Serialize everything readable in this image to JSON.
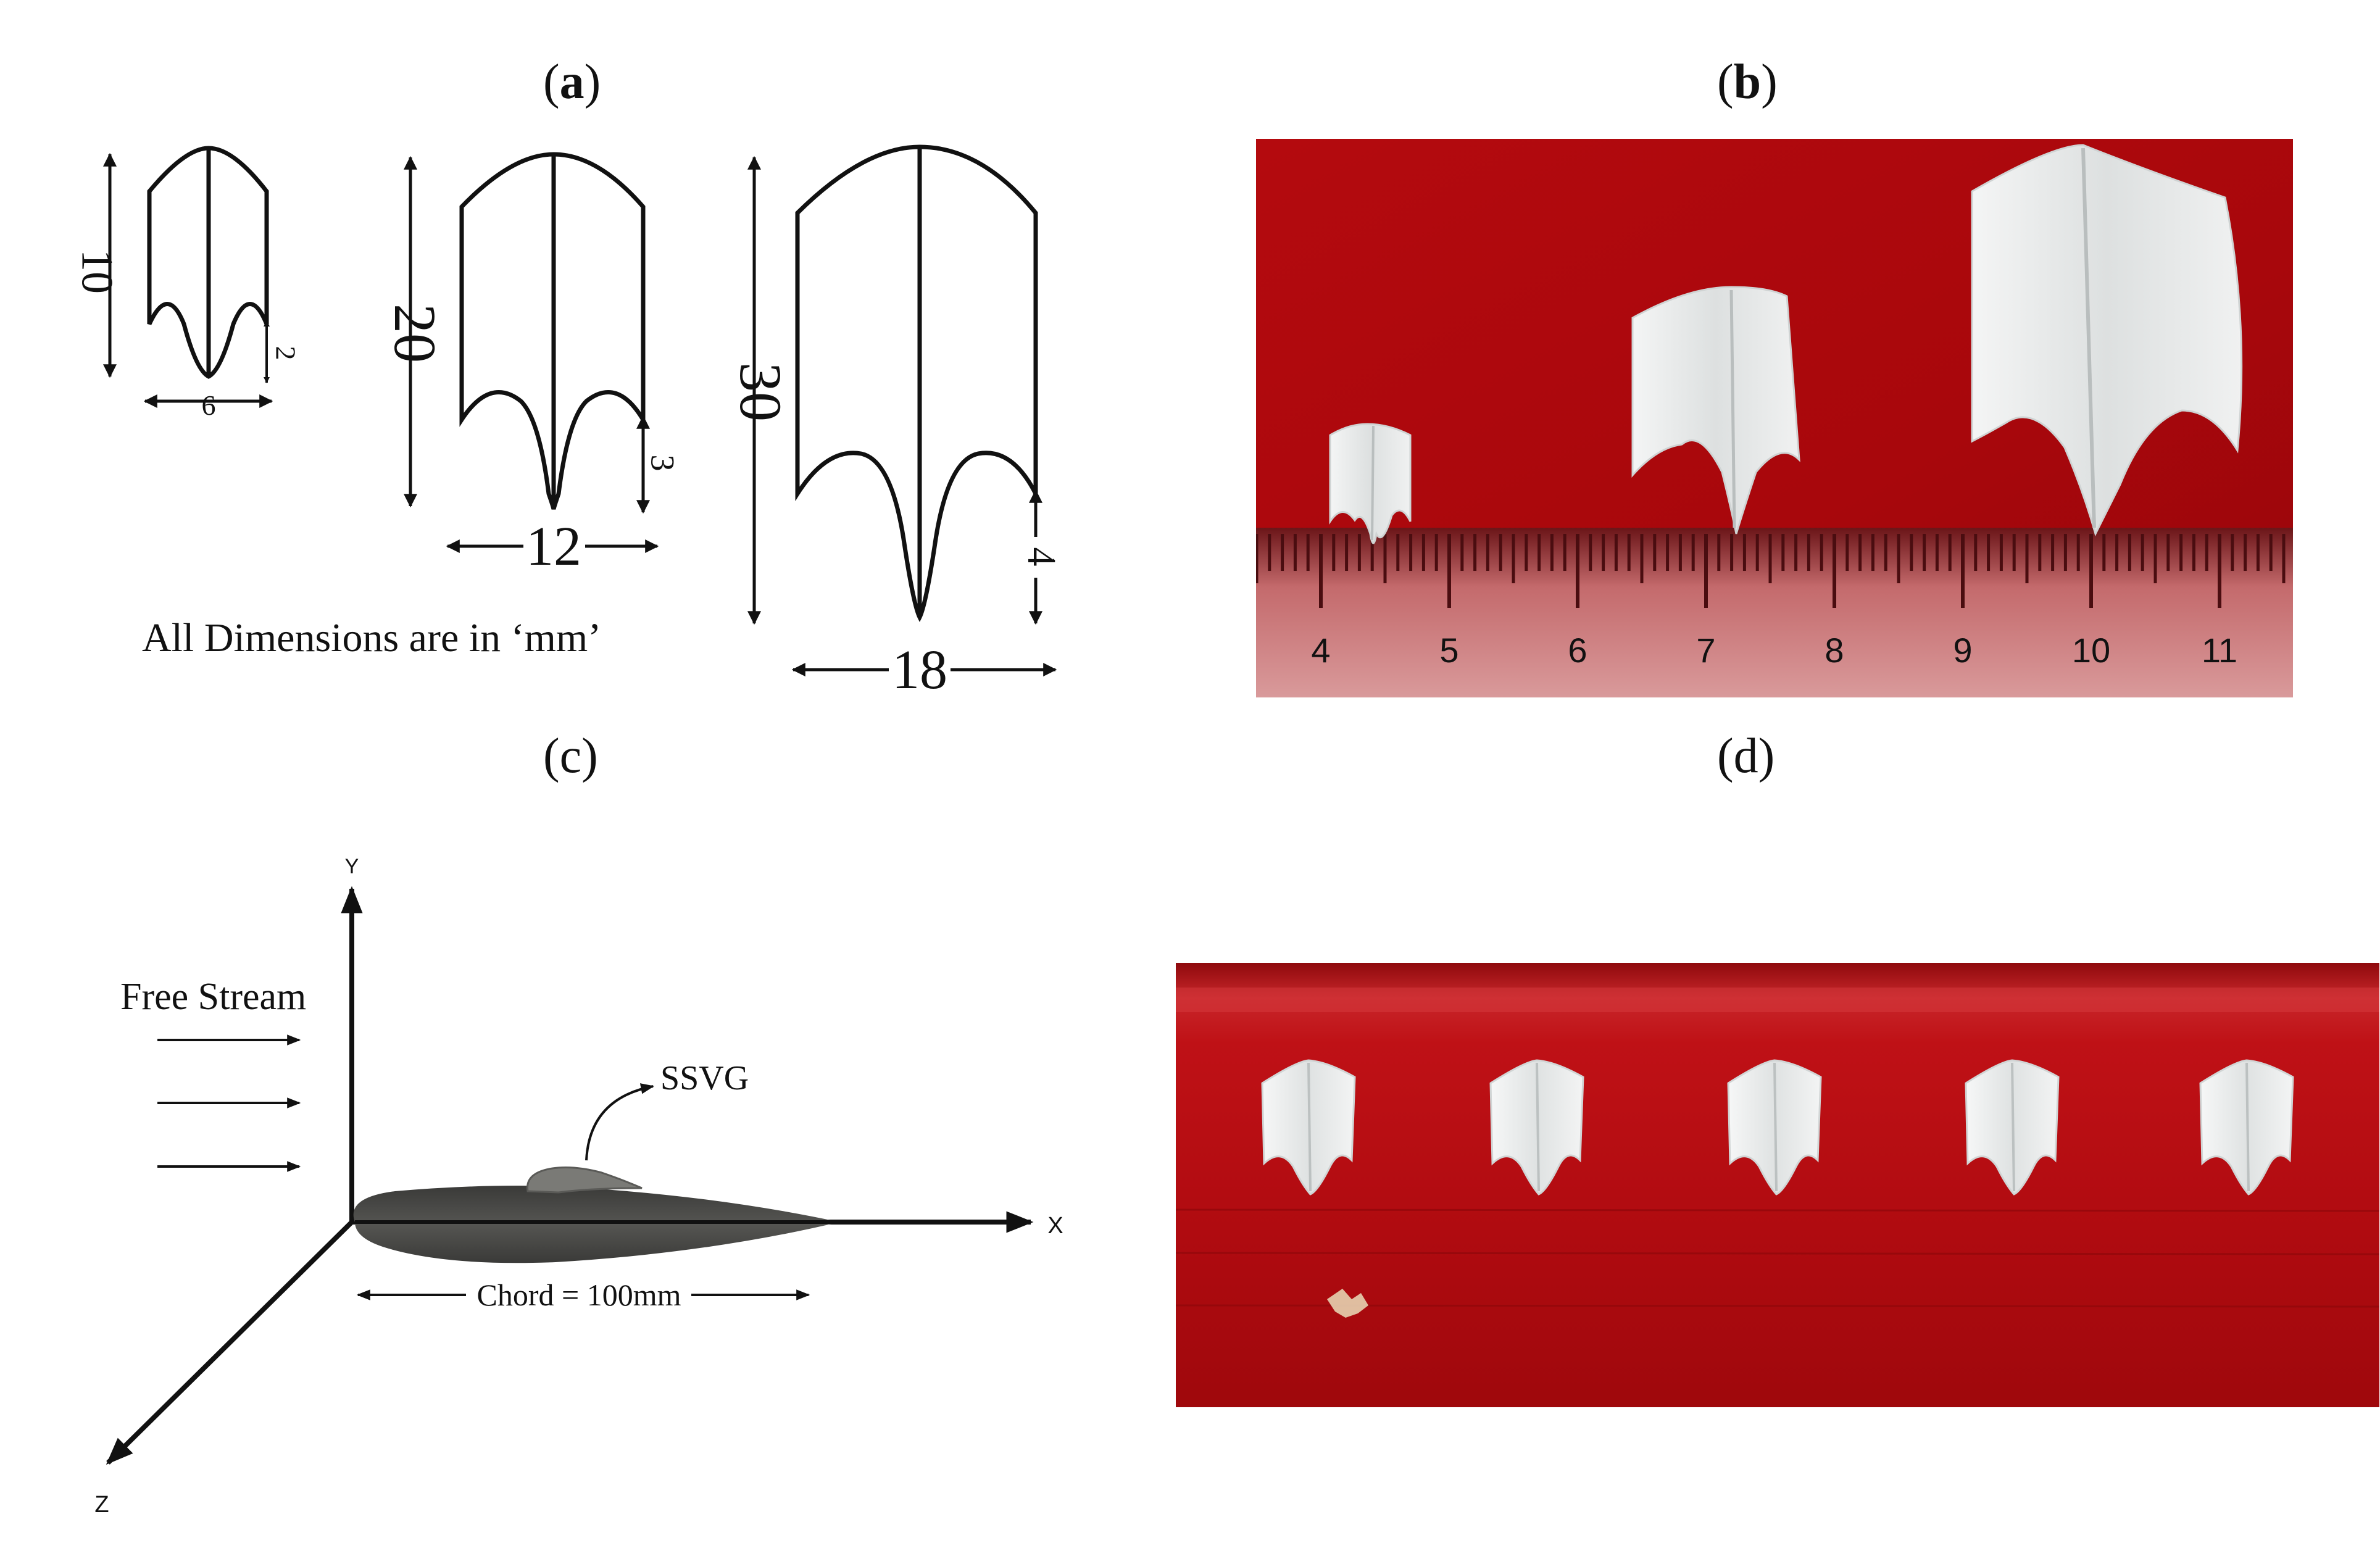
{
  "panels": {
    "a": {
      "label": "a"
    },
    "b": {
      "label": "b"
    },
    "c": {
      "label": "c"
    },
    "d": {
      "label": "d"
    }
  },
  "panel_a": {
    "note": "All Dimensions are in ‘mm’",
    "small": {
      "height": "10",
      "width": "6",
      "notch": "2"
    },
    "medium": {
      "height": "20",
      "width": "12",
      "notch": "3"
    },
    "large": {
      "height": "30",
      "width": "18",
      "notch": "4"
    }
  },
  "panel_b": {
    "ruler_numbers": [
      "4",
      "5",
      "6",
      "7",
      "8",
      "9",
      "10",
      "11"
    ],
    "colors": {
      "background": "#b0090d",
      "vg": "#eceeee",
      "ruler": "#5a1416"
    }
  },
  "panel_c": {
    "free_stream": "Free Stream",
    "ssvg": "SSVG",
    "chord": "Chord = 100mm",
    "axis_x": "X",
    "axis_y": "Y",
    "axis_z": "Z"
  },
  "panel_d": {
    "colors": {
      "background": "#b50d12",
      "vg": "#f2f3f3"
    }
  }
}
